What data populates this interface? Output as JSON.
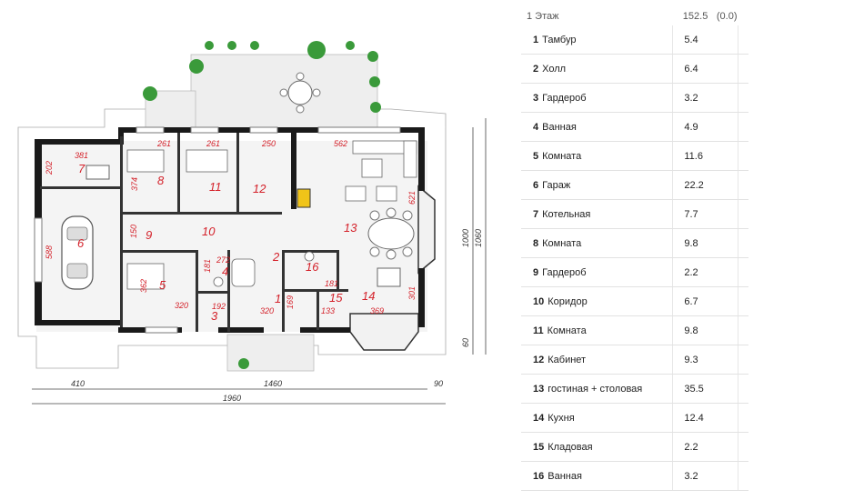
{
  "plan": {
    "rooms": [
      {
        "n": "1"
      },
      {
        "n": "2"
      },
      {
        "n": "3"
      },
      {
        "n": "4"
      },
      {
        "n": "5"
      },
      {
        "n": "6"
      },
      {
        "n": "7"
      },
      {
        "n": "8"
      },
      {
        "n": "9"
      },
      {
        "n": "10"
      },
      {
        "n": "11"
      },
      {
        "n": "12"
      },
      {
        "n": "13"
      },
      {
        "n": "14"
      },
      {
        "n": "15"
      },
      {
        "n": "16"
      }
    ],
    "dims": [
      "381",
      "261",
      "261",
      "250",
      "562",
      "202",
      "374",
      "150",
      "588",
      "362",
      "320",
      "272",
      "181",
      "192",
      "320",
      "169",
      "181",
      "133",
      "369",
      "621",
      "301"
    ],
    "outer_dims": {
      "right_outer": "1060",
      "right_inner": "1000",
      "right_small": "60",
      "bottom_left": "410",
      "bottom_mid": "1460",
      "bottom_right": "90",
      "bottom_total": "1960"
    }
  },
  "table": {
    "header": {
      "label": "1 Этаж",
      "area": "152.5",
      "extra": "(0.0)"
    },
    "rows": [
      {
        "num": "1",
        "name": "Тамбур",
        "area": "5.4"
      },
      {
        "num": "2",
        "name": "Холл",
        "area": "6.4"
      },
      {
        "num": "3",
        "name": "Гардероб",
        "area": "3.2"
      },
      {
        "num": "4",
        "name": "Ванная",
        "area": "4.9"
      },
      {
        "num": "5",
        "name": "Комната",
        "area": "11.6"
      },
      {
        "num": "6",
        "name": "Гараж",
        "area": "22.2"
      },
      {
        "num": "7",
        "name": "Котельная",
        "area": "7.7"
      },
      {
        "num": "8",
        "name": "Комната",
        "area": "9.8"
      },
      {
        "num": "9",
        "name": "Гардероб",
        "area": "2.2"
      },
      {
        "num": "10",
        "name": "Коридор",
        "area": "6.7"
      },
      {
        "num": "11",
        "name": "Комната",
        "area": "9.8"
      },
      {
        "num": "12",
        "name": "Кабинет",
        "area": "9.3"
      },
      {
        "num": "13",
        "name": "гостиная + столовая",
        "area": "35.5"
      },
      {
        "num": "14",
        "name": "Кухня",
        "area": "12.4"
      },
      {
        "num": "15",
        "name": "Кладовая",
        "area": "2.2"
      },
      {
        "num": "16",
        "name": "Ванная",
        "area": "3.2"
      }
    ]
  }
}
